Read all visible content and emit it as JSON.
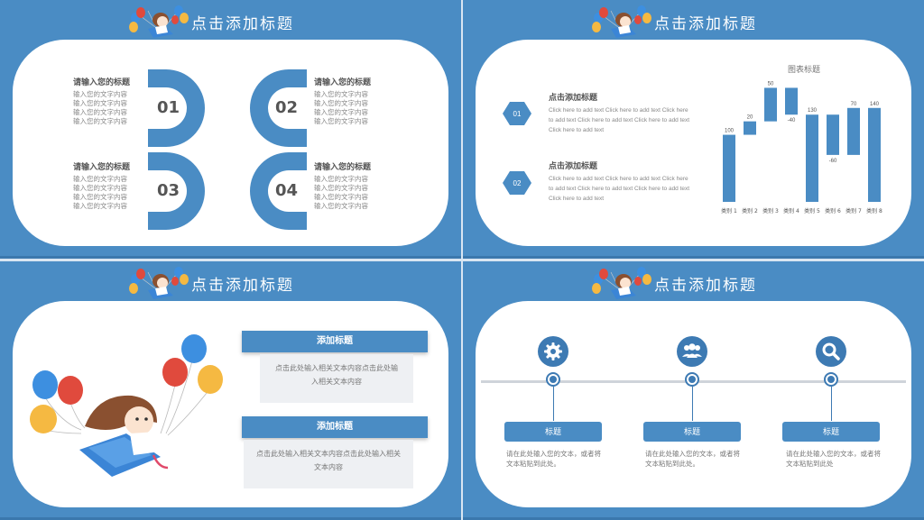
{
  "slide_title": "点击添加标题",
  "slide1": {
    "items": [
      {
        "number": "01",
        "title": "请输入您的标题",
        "lines": [
          "输入您的文字内容",
          "输入您的文字内容",
          "输入您的文字内容",
          "输入您的文字内容"
        ]
      },
      {
        "number": "02",
        "title": "请输入您的标题",
        "lines": [
          "输入您的文字内容",
          "输入您的文字内容",
          "输入您的文字内容",
          "输入您的文字内容"
        ]
      },
      {
        "number": "03",
        "title": "请输入您的标题",
        "lines": [
          "输入您的文字内容",
          "输入您的文字内容",
          "输入您的文字内容",
          "输入您的文字内容"
        ]
      },
      {
        "number": "04",
        "title": "请输入您的标题",
        "lines": [
          "输入您的文字内容",
          "输入您的文字内容",
          "输入您的文字内容",
          "输入您的文字内容"
        ]
      }
    ]
  },
  "slide2": {
    "items": [
      {
        "number": "01",
        "title": "点击添加标题",
        "body": "Click here to add text Click here to add text Click here to add text Click here to add text Click here to add text Click here to add text"
      },
      {
        "number": "02",
        "title": "点击添加标题",
        "body": "Click here to add text Click here to add text Click here to add text Click here to add text Click here to add text Click here to add text"
      }
    ]
  },
  "chart_data": {
    "type": "waterfall",
    "title": "图表标题",
    "categories": [
      "类别 1",
      "类别 2",
      "类别 3",
      "类别 4",
      "类别 5",
      "类别 6",
      "类别 7",
      "类别 8"
    ],
    "values": [
      100,
      20,
      50,
      -40,
      130,
      -60,
      70,
      140
    ],
    "total_indices": [
      0,
      4,
      7
    ],
    "ylim": [
      0,
      180
    ],
    "grid": false,
    "legend": "none"
  },
  "slide3": {
    "blocks": [
      {
        "title": "添加标题",
        "body": "点击此处输入相关文本内容点击此处输入相关文本内容"
      },
      {
        "title": "添加标题",
        "body": "点击此处输入相关文本内容点击此处输入相关文本内容"
      }
    ]
  },
  "slide4": {
    "steps": [
      {
        "icon": "gear-icon",
        "label": "标题",
        "desc": "请在此处输入您的文本，或者将文本粘贴到此处。"
      },
      {
        "icon": "users-icon",
        "label": "标题",
        "desc": "请在此处输入您的文本，或者将文本粘贴到此处。"
      },
      {
        "icon": "magnifier-icon",
        "label": "标题",
        "desc": "请在此处输入您的文本，或者将文本粘贴到此处"
      }
    ]
  },
  "colors": {
    "primary": "#4a8cc4",
    "dark": "#3d7ab3",
    "panel": "#ffffff"
  }
}
